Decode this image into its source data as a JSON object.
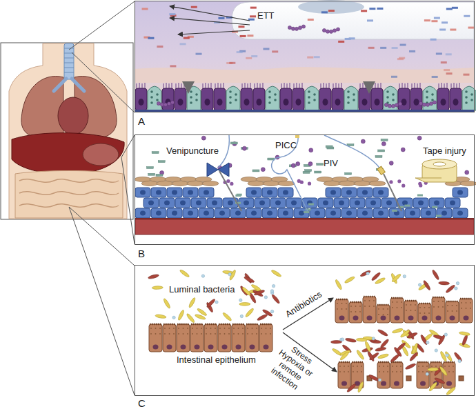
{
  "diagram": {
    "nodes": [
      {
        "text": [
          "A",
          "ETT"
        ]
      },
      {
        "text": [
          "B",
          "Venipuncture",
          "PICC",
          "PIV",
          "Tape injury"
        ]
      },
      {
        "text": [
          "C",
          "Luminal bacteria",
          "Intestinal epithelium",
          "Antibiotics",
          "Stress Hypoxia or remote infection"
        ]
      }
    ]
  }
}
